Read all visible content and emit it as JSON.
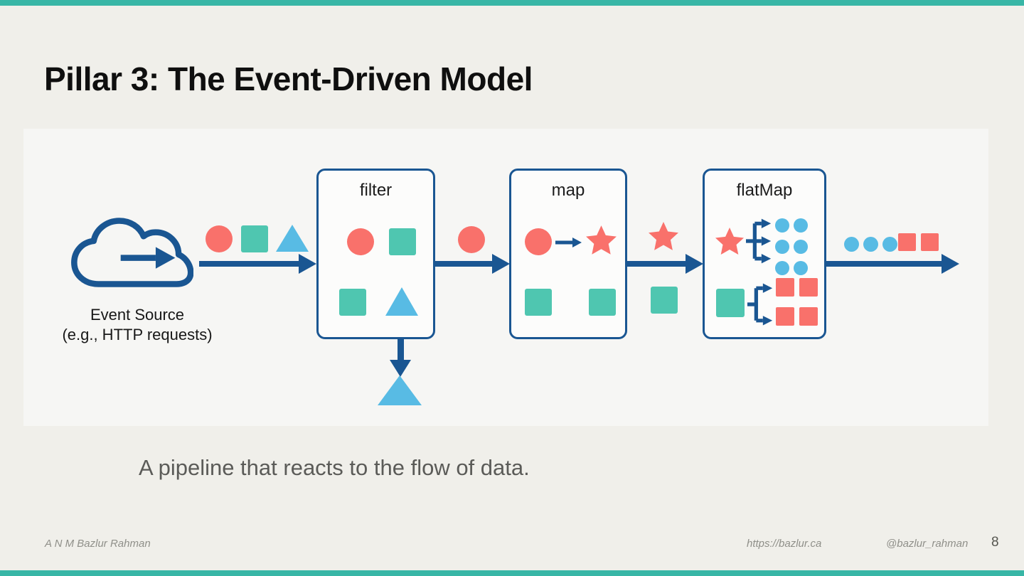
{
  "slide": {
    "title": "Pillar 3: The Event-Driven Model",
    "caption": "A pipeline that reacts to the flow of data."
  },
  "diagram": {
    "event_source": {
      "icon": "cloud-arrow-icon",
      "label_line1": "Event Source",
      "label_line2": "(e.g., HTTP requests)"
    },
    "stages": [
      {
        "label": "filter"
      },
      {
        "label": "map"
      },
      {
        "label": "flatMap"
      }
    ]
  },
  "footer": {
    "author": "A N M Bazlur Rahman",
    "website": "https://bazlur.ca",
    "handle": "@bazlur_rahman",
    "page_number": "8"
  },
  "colors": {
    "accent_bar_teal": "#38b6a6",
    "arrow_blue": "#1a5692",
    "salmon": "#f9716b",
    "teal_shape": "#4fc6b0",
    "light_blue": "#58bbe4",
    "slide_background": "#f0efea"
  }
}
